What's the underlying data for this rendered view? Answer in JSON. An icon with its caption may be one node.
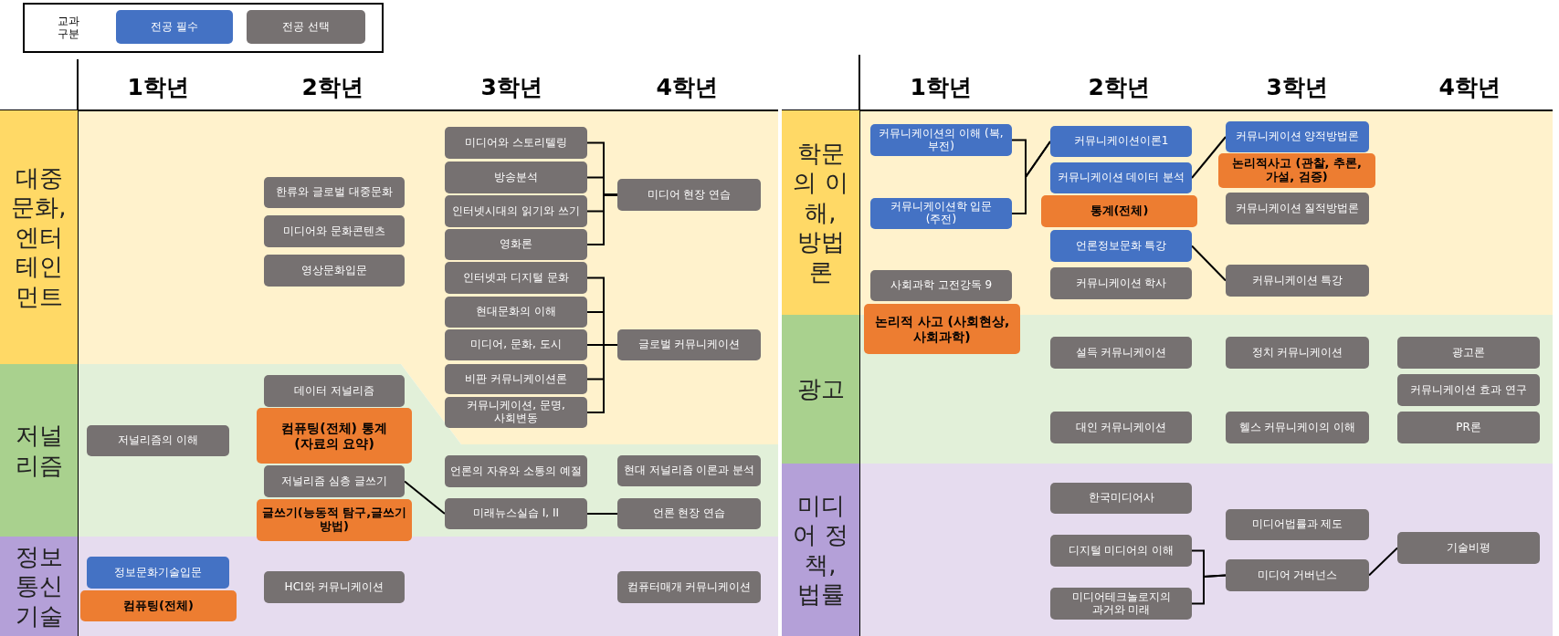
{
  "diagram": {
    "nodes": [
      {
        "text": [
          "대중문화, 엔터테인먼트"
        ]
      },
      {
        "text": [
          "한류와 글로벌 대중문화"
        ]
      },
      {
        "text": [
          "미디어와 문화콘텐츠"
        ]
      },
      {
        "text": [
          "영상문화입문"
        ]
      },
      {
        "text": [
          "미디어와 스토리텔링"
        ]
      },
      {
        "text": [
          "방송분석"
        ]
      },
      {
        "text": [
          "인터넷시대의 읽기와 쓰기"
        ]
      },
      {
        "text": [
          "영화론"
        ]
      },
      {
        "text": [
          "인터넷과 디지털 문화"
        ]
      },
      {
        "text": [
          "현대문화의 이해"
        ]
      },
      {
        "text": [
          "미디어, 문화, 도시"
        ]
      },
      {
        "text": [
          "비판 커뮤니케이션론"
        ]
      },
      {
        "text": [
          "커뮤니케이션, 문명, 사회변동"
        ]
      },
      {
        "text": [
          "미디어 현장 연습"
        ]
      },
      {
        "text": [
          "글로벌 커뮤니케이션"
        ]
      },
      {
        "text": [
          "저널리즘"
        ]
      },
      {
        "text": [
          "저널리즘의 이해"
        ]
      },
      {
        "text": [
          "데이터 저널리즘"
        ]
      },
      {
        "text": [
          "컴퓨팅(전체) 통계(자료의 요약)"
        ]
      },
      {
        "text": [
          "저널리즘 심층 글쓰기"
        ]
      },
      {
        "text": [
          "글쓰기(능동적 탐구,글쓰기 방법)"
        ]
      },
      {
        "text": [
          "언론의 자유와 소통의 예절"
        ]
      },
      {
        "text": [
          "미래뉴스실습 I, II"
        ]
      },
      {
        "text": [
          "현대 저널리즘 이론과 분석"
        ]
      },
      {
        "text": [
          "언론 현장 연습"
        ]
      },
      {
        "text": [
          "정보통신기술"
        ]
      },
      {
        "text": [
          "정보문화기술입문"
        ]
      },
      {
        "text": [
          "컴퓨팅(전체)"
        ]
      },
      {
        "text": [
          "HCI와 커뮤니케이션"
        ]
      },
      {
        "text": [
          "컴퓨터매개 커뮤니케이션"
        ]
      },
      {
        "text": [
          "학문의 이해, 방법론"
        ]
      },
      {
        "text": [
          "커뮤니케이션의 이해 (복, 부전)"
        ]
      },
      {
        "text": [
          "커뮤니케이션학 입문 (주전)"
        ]
      },
      {
        "text": [
          "사회과학 고전강독 9"
        ]
      },
      {
        "text": [
          "논리적 사고 (사회현상,사회과학)"
        ]
      },
      {
        "text": [
          "커뮤니케이션이론1"
        ]
      },
      {
        "text": [
          "커뮤니케이션 데이터 분석"
        ]
      },
      {
        "text": [
          "통계(전체)"
        ]
      },
      {
        "text": [
          "언론정보문화 특강"
        ]
      },
      {
        "text": [
          "커뮤니케이션 학사"
        ]
      },
      {
        "text": [
          "커뮤니케이션 양적방법론"
        ]
      },
      {
        "text": [
          "논리적사고 (관찰, 추론, 가설, 검증)"
        ]
      },
      {
        "text": [
          "커뮤니케이션 질적방법론"
        ]
      },
      {
        "text": [
          "커뮤니케이션 특강"
        ]
      },
      {
        "text": [
          "광고"
        ]
      },
      {
        "text": [
          "설득 커뮤니케이션"
        ]
      },
      {
        "text": [
          "대인 커뮤니케이션"
        ]
      },
      {
        "text": [
          "정치 커뮤니케이션"
        ]
      },
      {
        "text": [
          "헬스 커뮤니케이의 이해"
        ]
      },
      {
        "text": [
          "광고론"
        ]
      },
      {
        "text": [
          "커뮤니케이션 효과 연구"
        ]
      },
      {
        "text": [
          "PR론"
        ]
      },
      {
        "text": [
          "미디어 정책, 법률"
        ]
      },
      {
        "text": [
          "한국미디어사"
        ]
      },
      {
        "text": [
          "디지털 미디어의 이해"
        ]
      },
      {
        "text": [
          "미디어테크놀로지의 과거와 미래"
        ]
      },
      {
        "text": [
          "미디어법률과 제도"
        ]
      },
      {
        "text": [
          "미디어 거버넌스"
        ]
      },
      {
        "text": [
          "기술비평"
        ]
      }
    ],
    "edges": [
      {
        "from": 4,
        "to": 13,
        "arrow": "none"
      },
      {
        "from": 5,
        "to": 13,
        "arrow": "none"
      },
      {
        "from": 6,
        "to": 13,
        "arrow": "none"
      },
      {
        "from": 7,
        "to": 13,
        "arrow": "none"
      },
      {
        "from": 8,
        "to": 14,
        "arrow": "none"
      },
      {
        "from": 9,
        "to": 14,
        "arrow": "none"
      },
      {
        "from": 10,
        "to": 14,
        "arrow": "none"
      },
      {
        "from": 11,
        "to": 14,
        "arrow": "none"
      },
      {
        "from": 12,
        "to": 14,
        "arrow": "none"
      },
      {
        "from": 19,
        "to": 22,
        "arrow": "none"
      },
      {
        "from": 22,
        "to": 24,
        "arrow": "none"
      },
      {
        "from": 31,
        "to": 35,
        "arrow": "none"
      },
      {
        "from": 32,
        "to": 35,
        "arrow": "none"
      },
      {
        "from": 36,
        "to": 40,
        "arrow": "none"
      },
      {
        "from": 38,
        "to": 43,
        "arrow": "none"
      },
      {
        "from": 54,
        "to": 57,
        "arrow": "none"
      },
      {
        "from": 55,
        "to": 57,
        "arrow": "none"
      },
      {
        "from": 57,
        "to": 58,
        "arrow": "none"
      }
    ],
    "labels": [
      "교과 구분",
      "1학년",
      "2학년",
      "3학년",
      "4학년",
      "1학년",
      "2학년",
      "3학년",
      "4학년"
    ],
    "legend": [
      {
        "text": "전공 필수",
        "color": "#4472c4"
      },
      {
        "text": "전공 선택",
        "color": "#767171"
      }
    ]
  }
}
